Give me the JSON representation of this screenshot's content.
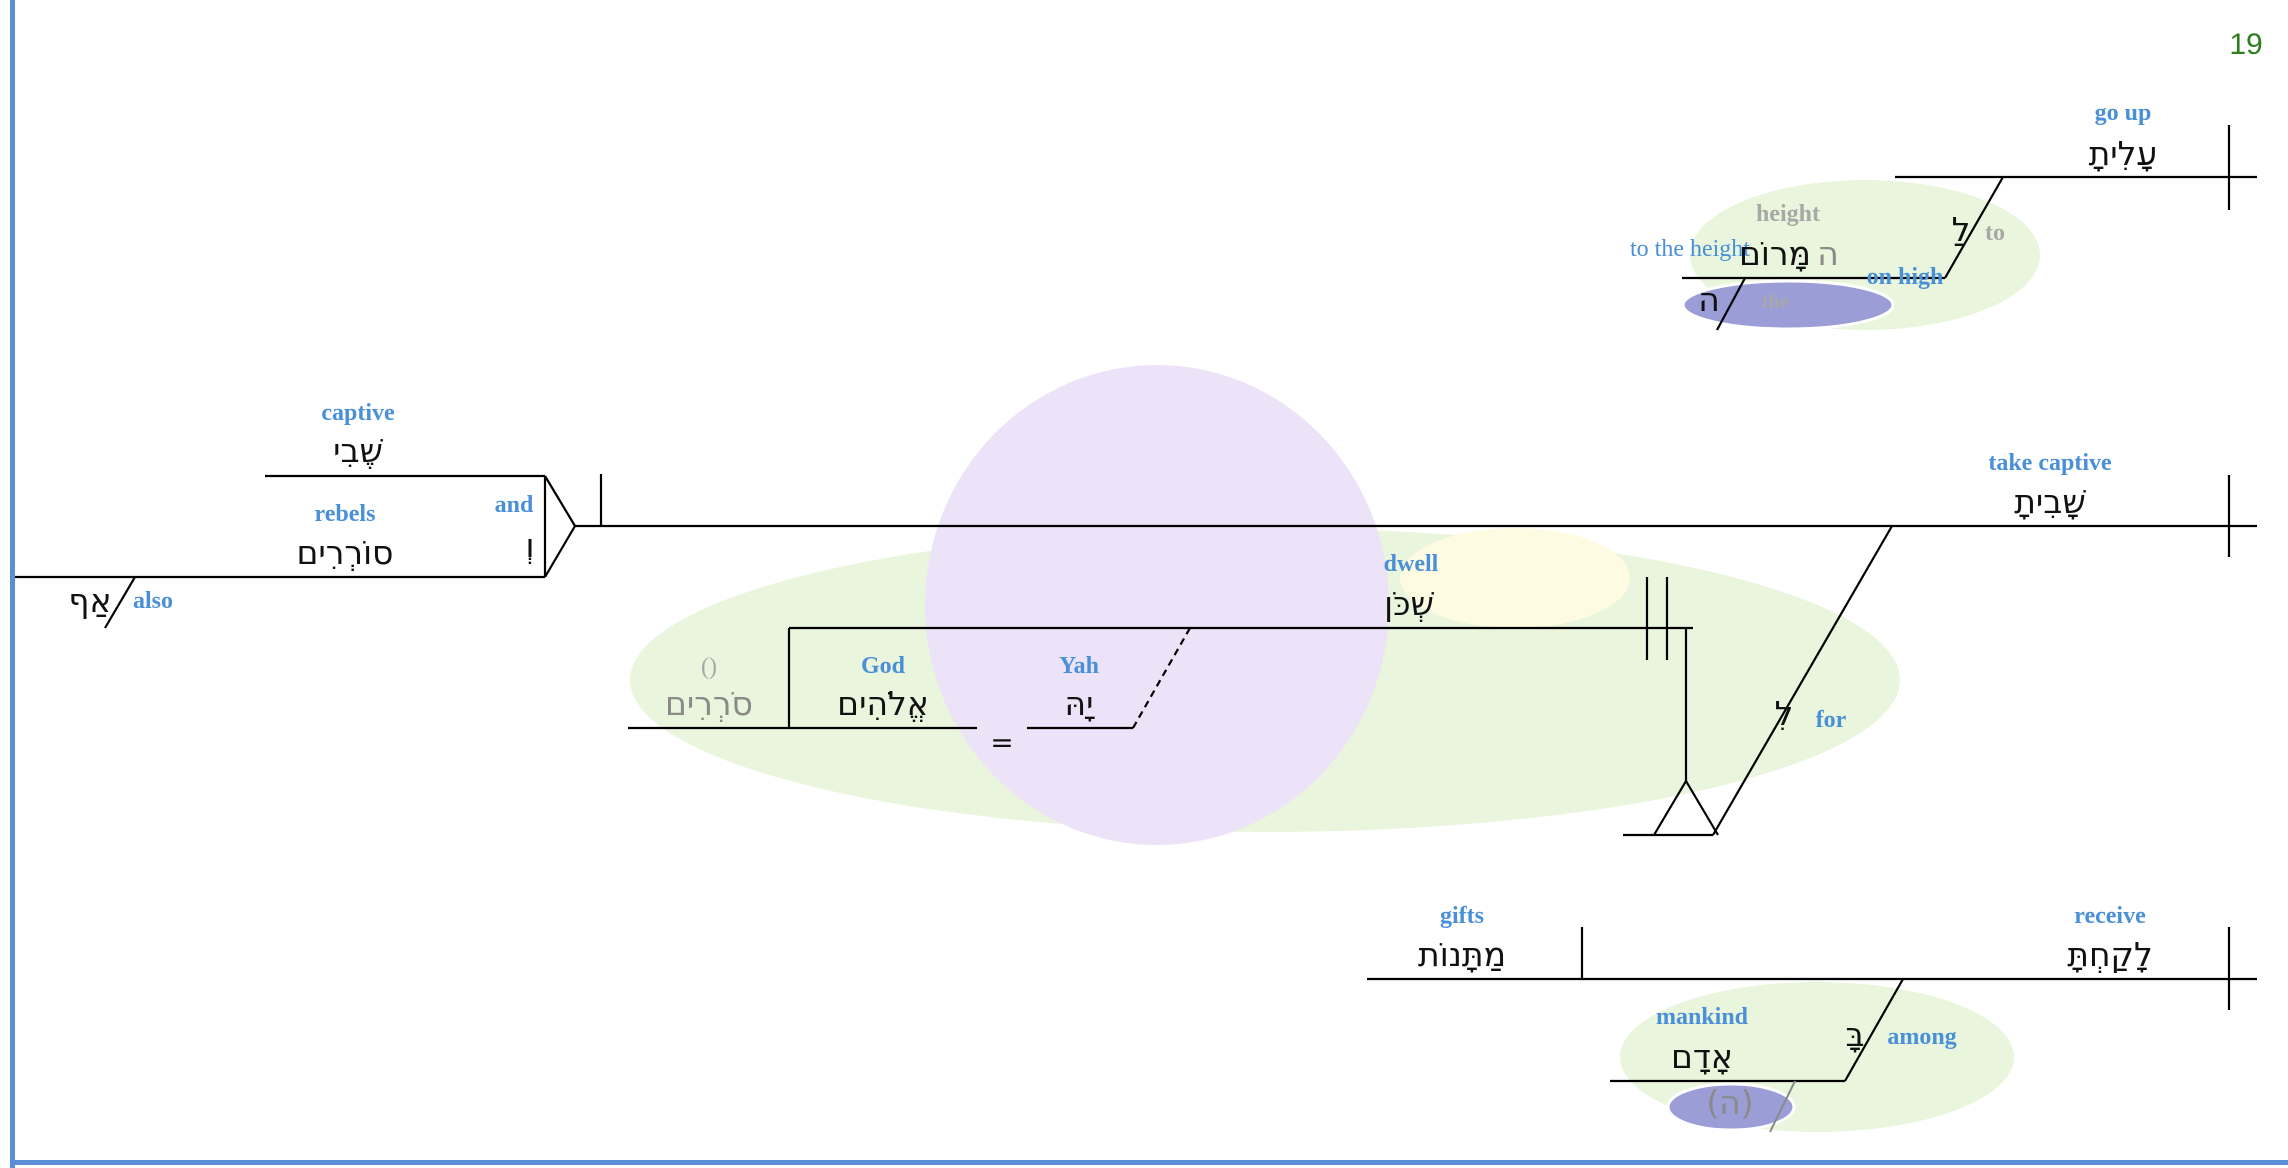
{
  "page_number": "19",
  "colors": {
    "gloss": "#4a90d9",
    "gloss_grey": "#a8a8a8",
    "line": "#000000",
    "green_highlight": "#e9f5dc",
    "purple_highlight": "#ede3f8",
    "yellow_highlight": "#fdfbe2",
    "blue_highlight": "#9a9dd6",
    "frame": "#5a8fd6",
    "page_number": "#2e7d1e"
  },
  "words": {
    "go_up": {
      "gloss": "go up",
      "hebrew": "עָלִיתָ"
    },
    "to": {
      "gloss": "to",
      "hebrew": "לַ"
    },
    "height": {
      "gloss": "height",
      "hebrew": "מָּרוֹם",
      "grey_prefix": "ה"
    },
    "to_the_height": {
      "gloss": "to the height"
    },
    "on_high": {
      "gloss": "on high"
    },
    "article_top": {
      "hebrew": "ה",
      "gloss": "the"
    },
    "captive": {
      "gloss": "captive",
      "hebrew": "שֶׁבִי"
    },
    "rebels": {
      "gloss": "rebels",
      "hebrew": "סוֹרְרִים"
    },
    "and": {
      "gloss": "and",
      "hebrew": "וְ"
    },
    "also": {
      "gloss": "also",
      "hebrew": "אַף"
    },
    "take_captive": {
      "gloss": "take captive",
      "hebrew": "שָׁבִיתָ"
    },
    "dwell": {
      "gloss": "dwell",
      "hebrew": "שְׁכֹּן"
    },
    "implied": {
      "gloss": "()",
      "hebrew": "סֹרְרִים"
    },
    "god": {
      "gloss": "God",
      "hebrew": "אֱלֹהִים"
    },
    "yah": {
      "gloss": "Yah",
      "hebrew": "יָהּ"
    },
    "equals": {
      "symbol": "="
    },
    "for": {
      "gloss": "for",
      "hebrew": "לִ"
    },
    "gifts": {
      "gloss": "gifts",
      "hebrew": "מַתָּנוֹת"
    },
    "receive": {
      "gloss": "receive",
      "hebrew": "לָקַחְתָּ"
    },
    "mankind": {
      "gloss": "mankind",
      "hebrew": "אָדָם"
    },
    "among": {
      "gloss": "among",
      "hebrew": "בָּ"
    },
    "article_bottom": {
      "hebrew": "(ה)"
    }
  }
}
